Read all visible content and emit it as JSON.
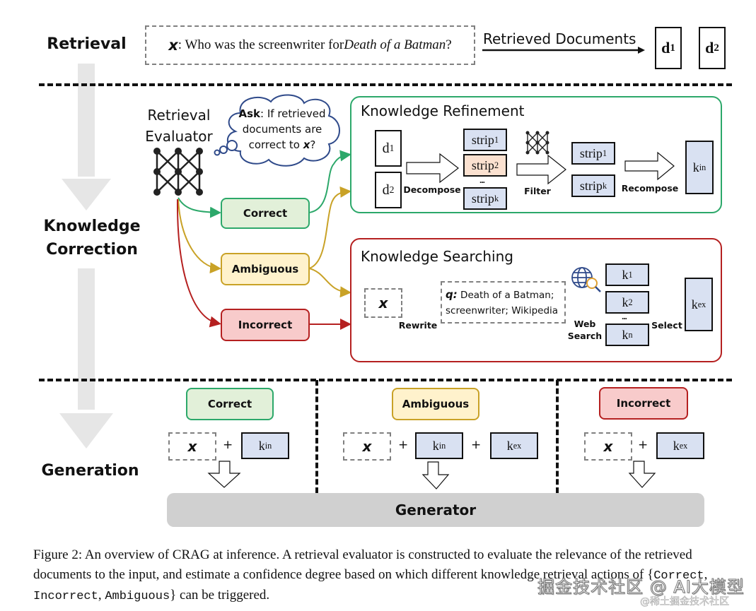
{
  "stages": {
    "retrieval": "Retrieval",
    "correction_line1": "Knowledge",
    "correction_line2": "Correction",
    "generation": "Generation"
  },
  "retrieval": {
    "query_var": "x",
    "query_prefix": ": Who was the screenwriter for ",
    "query_title": "Death of a Batman",
    "query_suffix": "?",
    "arrow_label": "Retrieved Documents",
    "docs": [
      {
        "base": "d",
        "sub": "1"
      },
      {
        "base": "d",
        "sub": "2"
      }
    ]
  },
  "evaluator": {
    "label_line1": "Retrieval",
    "label_line2": "Evaluator",
    "thought_bold": "Ask",
    "thought_line1": ": If retrieved",
    "thought_line2": "documents are",
    "thought_line3_prefix": "correct to ",
    "thought_var": "x",
    "thought_suffix": "?"
  },
  "actions": {
    "correct": "Correct",
    "ambiguous": "Ambiguous",
    "incorrect": "Incorrect"
  },
  "colors": {
    "correct_border": "#2ca86a",
    "correct_fill": "#e2f0d9",
    "ambiguous_border": "#c9a227",
    "ambiguous_fill": "#fff2cc",
    "incorrect_border": "#b52020",
    "incorrect_fill": "#f8cbcb",
    "knowledge_fill": "#d9e1f2",
    "strip_highlight_fill": "#fbe1d0",
    "generator_fill": "#d0d0d0",
    "stage_arrow": "#e6e6e6"
  },
  "refinement": {
    "title": "Knowledge Refinement",
    "docs": [
      {
        "base": "d",
        "sub": "1"
      },
      {
        "base": "d",
        "sub": "2"
      }
    ],
    "decompose": "Decompose",
    "strips": [
      {
        "base": "strip",
        "sub": "1"
      },
      {
        "base": "strip",
        "sub": "2"
      },
      {
        "base": "strip",
        "sub": "k"
      }
    ],
    "ellipsis": "...",
    "filter": "Filter",
    "filtered": [
      {
        "base": "strip",
        "sub": "1"
      },
      {
        "base": "strip",
        "sub": "k"
      }
    ],
    "recompose": "Recompose",
    "output": {
      "base": "k",
      "sub": "in"
    }
  },
  "searching": {
    "title": "Knowledge Searching",
    "input_var": "x",
    "rewrite": "Rewrite",
    "q_label": "q:",
    "q_line1": "Death of a Batman;",
    "q_line2": "screenwriter; Wikipedia",
    "web_line1": "Web",
    "web_line2": "Search",
    "results": [
      {
        "base": "k",
        "sub": "1"
      },
      {
        "base": "k",
        "sub": "2"
      },
      {
        "base": "k",
        "sub": "n"
      }
    ],
    "ellipsis": "...",
    "select": "Select",
    "output": {
      "base": "k",
      "sub": "ex"
    }
  },
  "generation": {
    "columns": [
      {
        "action": "Correct",
        "inputs": [
          "x",
          "k_in"
        ]
      },
      {
        "action": "Ambiguous",
        "inputs": [
          "x",
          "k_in",
          "k_ex"
        ]
      },
      {
        "action": "Incorrect",
        "inputs": [
          "x",
          "k_ex"
        ]
      }
    ],
    "x": "x",
    "plus": "+",
    "k_in": {
      "base": "k",
      "sub": "in"
    },
    "k_ex": {
      "base": "k",
      "sub": "ex"
    },
    "generator": "Generator"
  },
  "caption": {
    "part1": "Figure 2: An overview of CRAG at inference. A retrieval evaluator is constructed to evaluate the relevance of the retrieved documents to the input, and estimate a confidence degree based on which different knowledge retrieval actions of {",
    "code1": "Correct",
    "sep1": ", ",
    "code2": "Incorrect",
    "sep2": ", ",
    "code3": "Ambiguous",
    "part2": "} can be triggered."
  },
  "watermark": {
    "line1": "掘金技术社区 @ AI大模型",
    "line2": "@稀土掘金技术社区"
  }
}
